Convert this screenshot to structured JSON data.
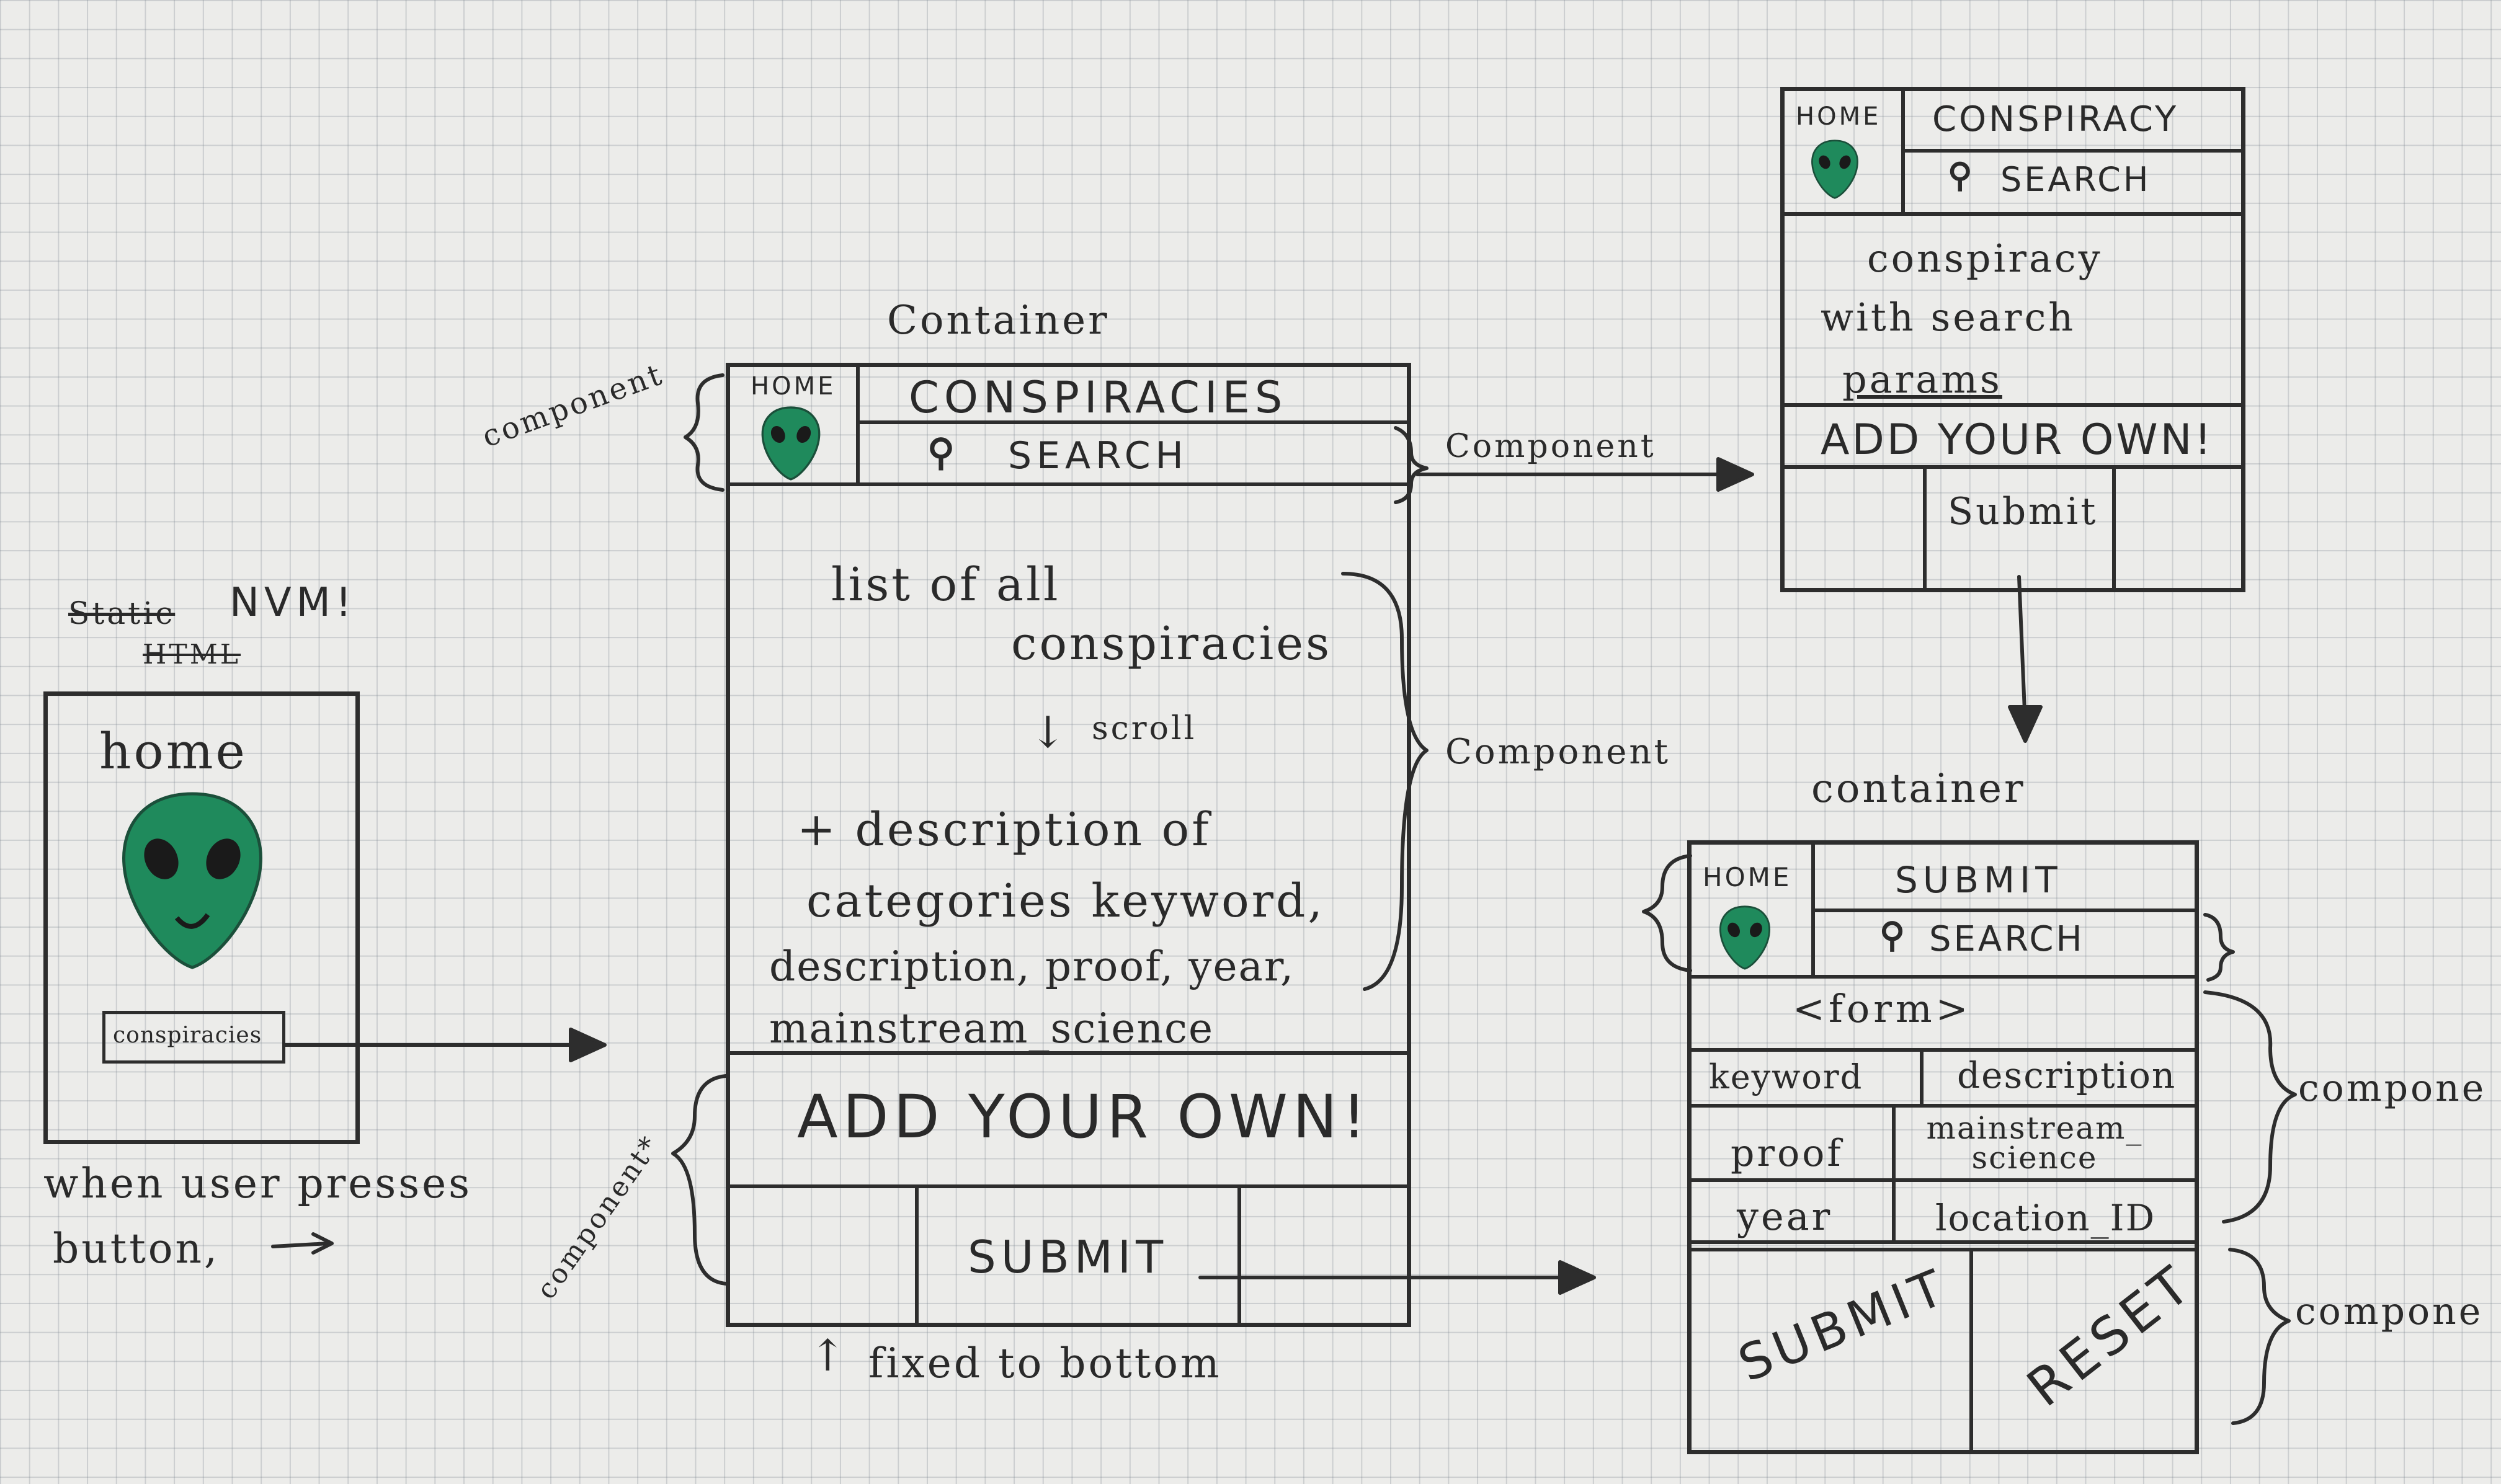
{
  "colors": {
    "ink": "#2a2a2a",
    "alien": "#1f8a5c",
    "paper": "#ececea"
  },
  "left_mock": {
    "note_struck": "Static",
    "note": "NVM!",
    "note2_struck": "HTML",
    "title": "home",
    "button": "conspiracies",
    "caption_line1": "when user presses",
    "caption_line2": "button,"
  },
  "main_mock": {
    "container_label": "Container",
    "header_component_label": "component",
    "home_label": "HOME",
    "title": "CONSPIRACIES",
    "search": "SEARCH",
    "search_icon": "search-icon",
    "search_component_label": "Component",
    "body_line1": "list of all",
    "body_line2": "conspiracies",
    "scroll_label": "scroll",
    "desc_line1": "+ description of",
    "desc_line2": "categories keyword,",
    "desc_line3": "description, proof, year,",
    "desc_line4": "mainstream_science",
    "body_component_label": "Component",
    "add_own": "ADD YOUR OWN!",
    "footer_component_label": "component*",
    "submit": "SUBMIT",
    "fixed_note": "fixed to bottom"
  },
  "top_right_mock": {
    "home_label": "HOME",
    "title": "CONSPIRACY",
    "search": "SEARCH",
    "body_line1": "conspiracy",
    "body_line2": "with search",
    "body_line3": "params",
    "add_own": "ADD YOUR OWN!",
    "submit": "Submit"
  },
  "bottom_right_mock": {
    "container_label": "container",
    "home_label": "HOME",
    "title": "SUBMIT",
    "search": "SEARCH",
    "form_label": "<form>",
    "fields": [
      "keyword",
      "description",
      "proof",
      "mainstream_ science",
      "year",
      "location_ID"
    ],
    "fields_component_label": "compone",
    "submit": "SUBMIT",
    "reset": "RESET",
    "buttons_component_label": "compone"
  }
}
